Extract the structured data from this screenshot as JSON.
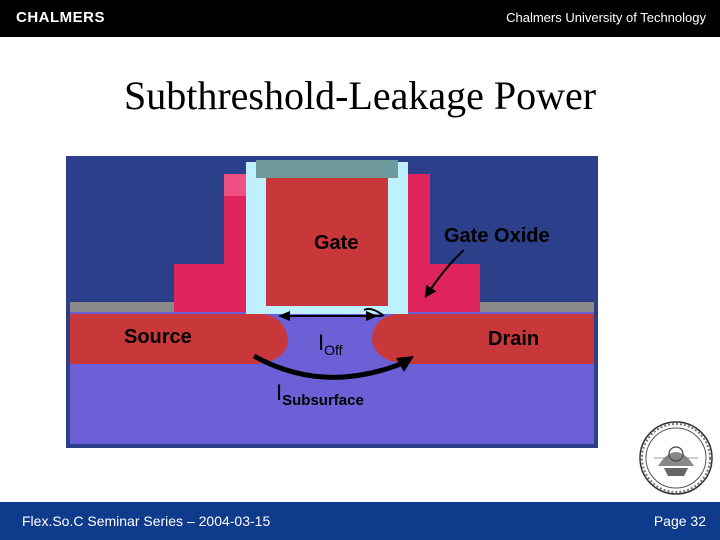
{
  "header": {
    "logo_text": "CHALMERS",
    "institution": "Chalmers University of Technology"
  },
  "slide": {
    "title": "Subthreshold-Leakage Power"
  },
  "figure": {
    "labels": {
      "gate": "Gate",
      "gate_oxide": "Gate Oxide",
      "source": "Source",
      "drain": "Drain",
      "i_off_main": "I",
      "i_off_sub": "Off",
      "i_sub_main": "I",
      "i_sub_sub": "Subsurface"
    },
    "colors": {
      "substrate": "#6d5fd6",
      "diffusion": "#c8383a",
      "gate": "#c8383a",
      "spacer": "#e0245e",
      "oxide": "#bff0ff",
      "background": "#2c3f8a",
      "top_gate_strip": "#6f9a9c"
    }
  },
  "footer": {
    "left": "Flex.So.C Seminar Series – 2004-03-15",
    "right": "Page 32"
  }
}
